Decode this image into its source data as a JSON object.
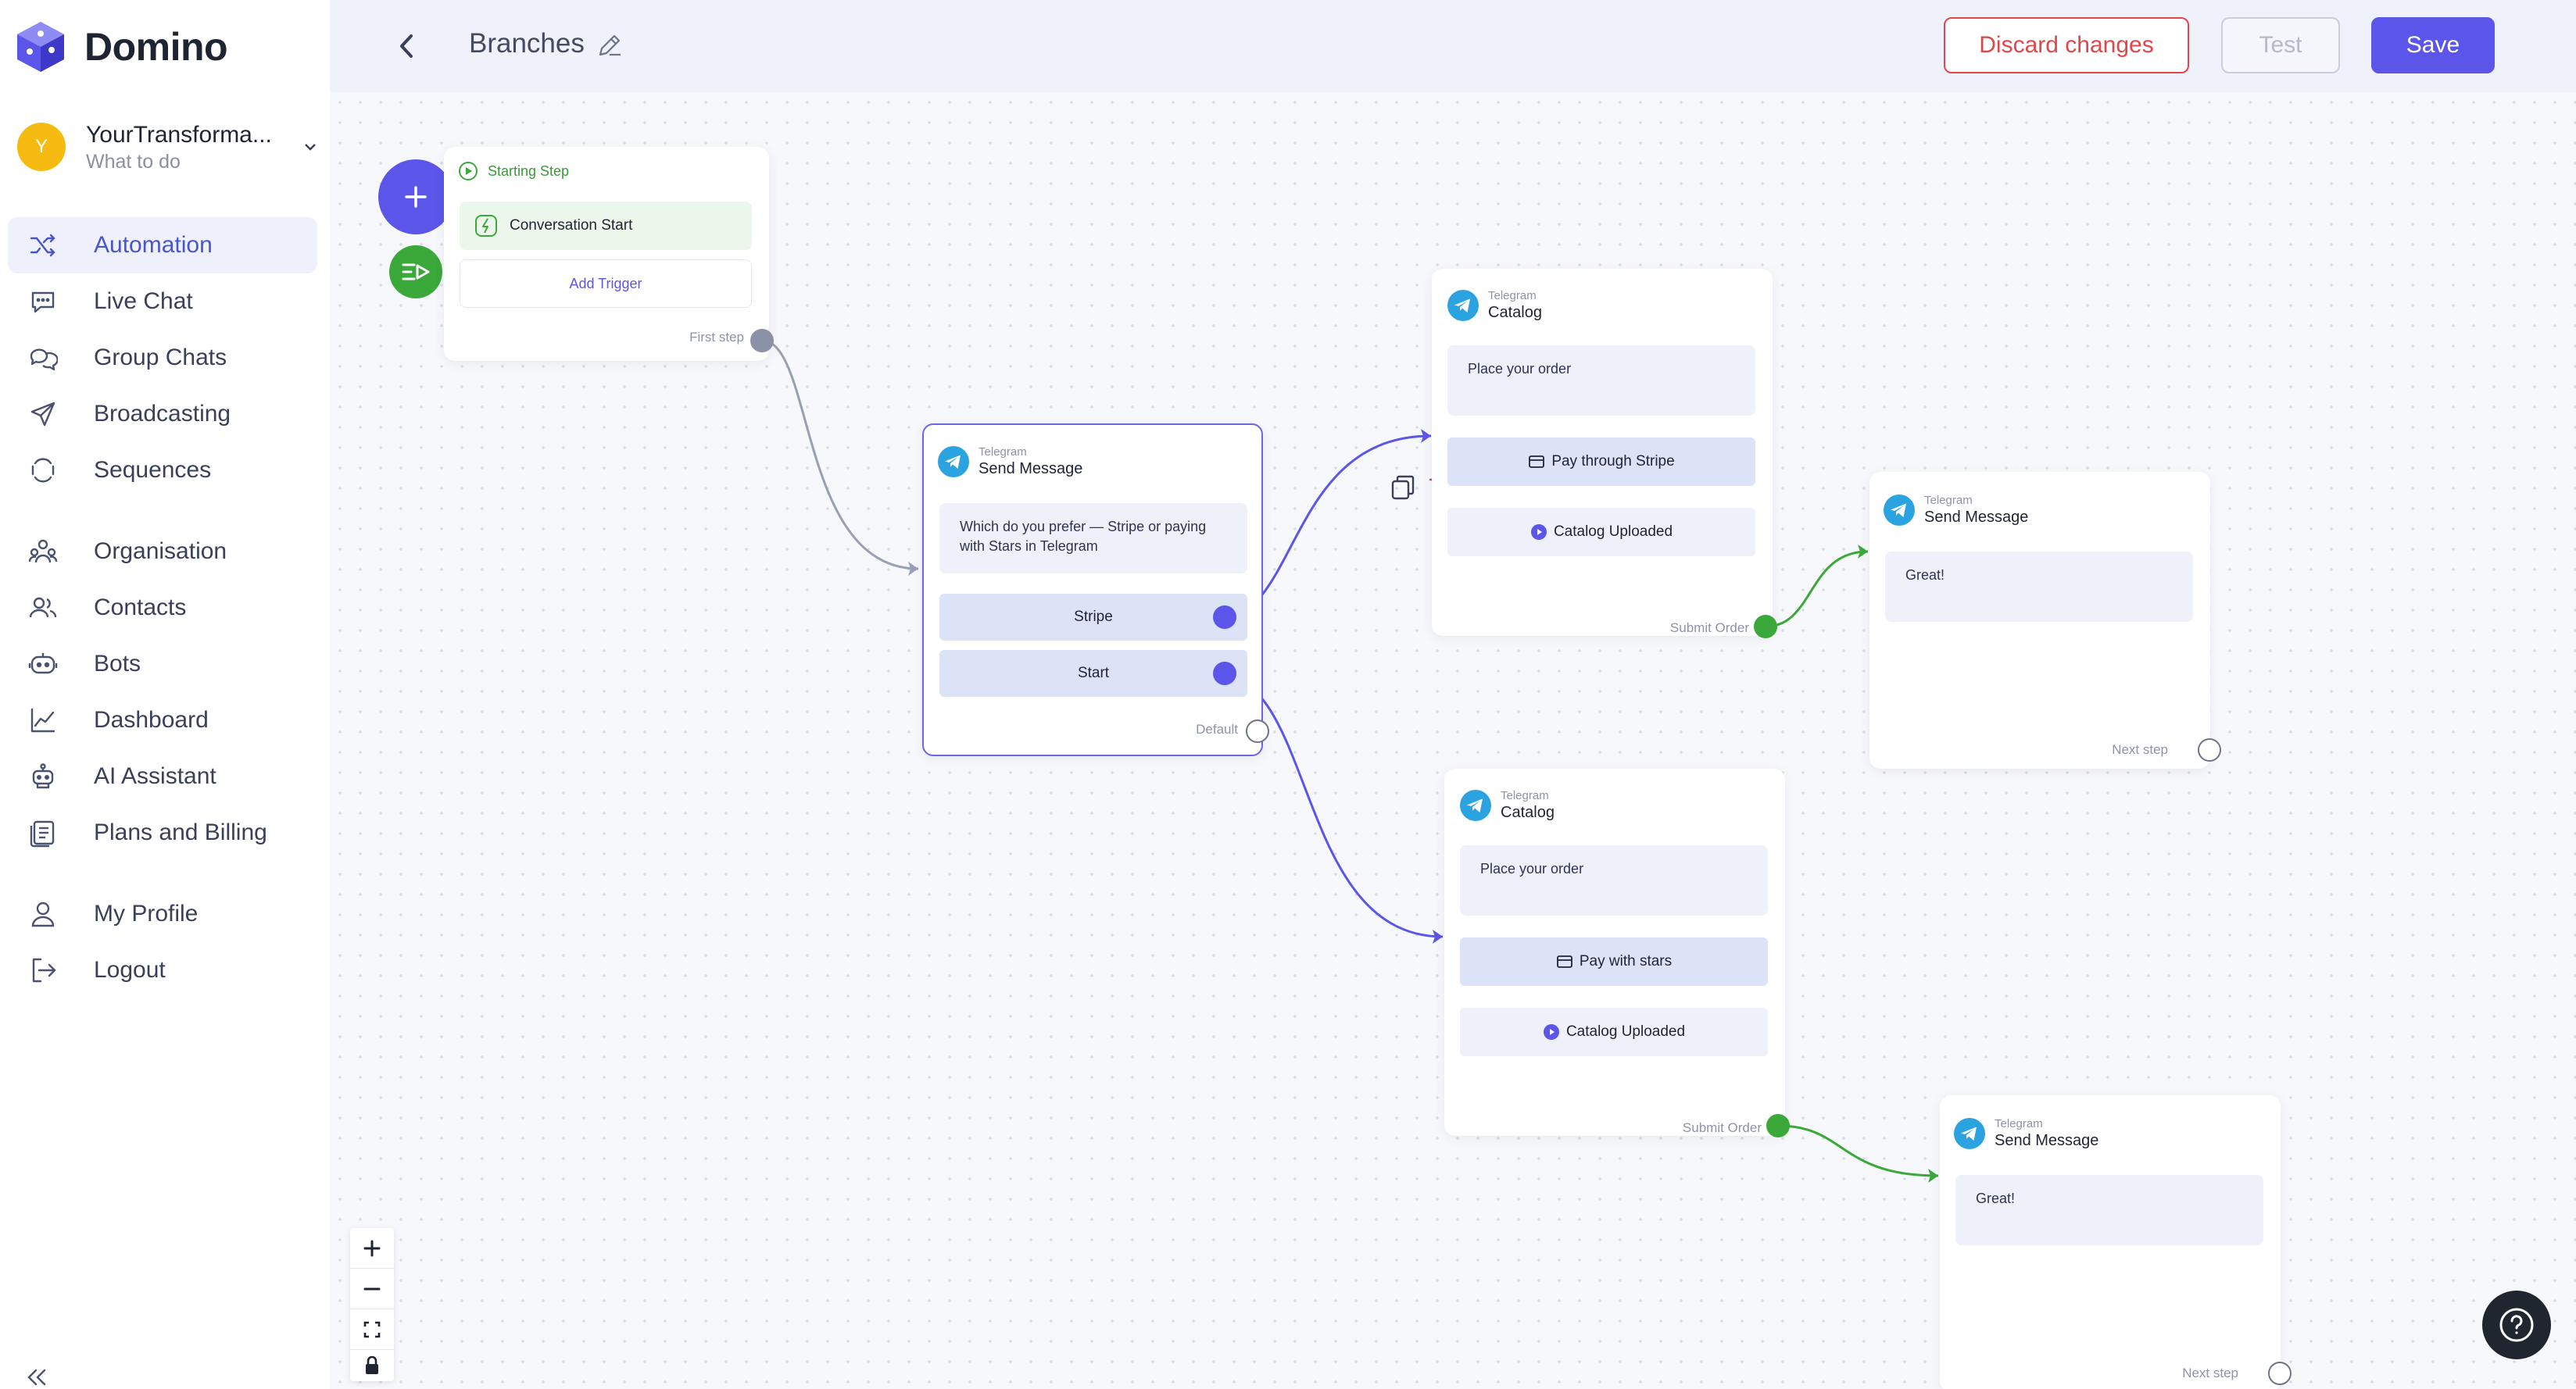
{
  "brand": {
    "name": "Domino"
  },
  "workspace": {
    "initial": "Y",
    "name": "YourTransforma...",
    "subtitle": "What to do"
  },
  "nav": {
    "main": [
      {
        "label": "Automation",
        "icon": "shuffle-icon",
        "active": true
      },
      {
        "label": "Live Chat",
        "icon": "chat-bubble-icon"
      },
      {
        "label": "Group Chats",
        "icon": "group-chat-icon"
      },
      {
        "label": "Broadcasting",
        "icon": "paper-plane-icon"
      },
      {
        "label": "Sequences",
        "icon": "sequence-icon"
      },
      {
        "label": "Organisation",
        "icon": "organisation-icon"
      },
      {
        "label": "Contacts",
        "icon": "contacts-icon"
      },
      {
        "label": "Bots",
        "icon": "bot-icon"
      },
      {
        "label": "Dashboard",
        "icon": "chart-line-icon"
      },
      {
        "label": "AI Assistant",
        "icon": "ai-robot-icon"
      },
      {
        "label": "Plans and Billing",
        "icon": "billing-icon"
      },
      {
        "label": "My Profile",
        "icon": "user-icon"
      },
      {
        "label": "Logout",
        "icon": "logout-icon"
      }
    ]
  },
  "header": {
    "title": "Branches",
    "discard_label": "Discard changes",
    "test_label": "Test",
    "save_label": "Save"
  },
  "flow": {
    "start": {
      "title": "Starting Step",
      "trigger": "Conversation Start",
      "add_trigger": "Add Trigger",
      "port": "First step"
    },
    "send_message_1": {
      "source": "Telegram",
      "name": "Send Message",
      "text": "Which do you prefer — Stripe or paying with Stars in Telegram",
      "buttons": [
        "Stripe",
        "Start"
      ],
      "port": "Default"
    },
    "catalog_1": {
      "source": "Telegram",
      "name": "Catalog",
      "text": "Place your order",
      "button": "Pay through Stripe",
      "status": "Catalog Uploaded",
      "port": "Submit Order"
    },
    "send_message_2": {
      "source": "Telegram",
      "name": "Send Message",
      "text": "Great!",
      "port": "Next step"
    },
    "catalog_2": {
      "source": "Telegram",
      "name": "Catalog",
      "text": "Place your order",
      "button": "Pay with stars",
      "status": "Catalog Uploaded",
      "port": "Submit Order"
    },
    "send_message_3": {
      "source": "Telegram",
      "name": "Send Message",
      "text": "Great!",
      "port": "Next step"
    }
  },
  "colors": {
    "accent": "#5b55ea",
    "success": "#3ba83a",
    "danger": "#e0464a",
    "telegram": "#2aa3e0"
  }
}
